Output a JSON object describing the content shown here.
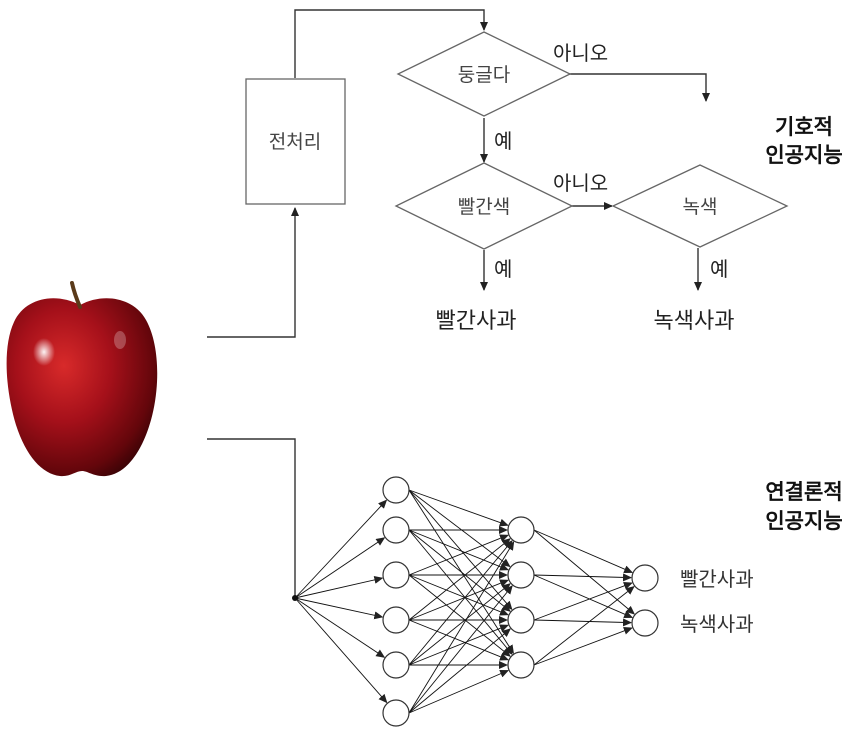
{
  "symbolic": {
    "preprocess_label": "전처리",
    "round_question": "둥글다",
    "red_question": "빨간색",
    "green_question": "녹색",
    "yes_label": "예",
    "no_label": "아니오",
    "red_apple": "빨간사과",
    "green_apple": "녹색사과",
    "title_line1": "기호적",
    "title_line2": "인공지능"
  },
  "connectionist": {
    "title_line1": "연결론적",
    "title_line2": "인공지능",
    "layers": [
      6,
      4,
      2
    ],
    "outputs": [
      "빨간사과",
      "녹색사과"
    ]
  },
  "colors": {
    "apple_red": "#b3121b",
    "apple_dark": "#5e0508",
    "stem": "#5a3a1a",
    "line": "#333333",
    "shape_border": "#666666"
  }
}
